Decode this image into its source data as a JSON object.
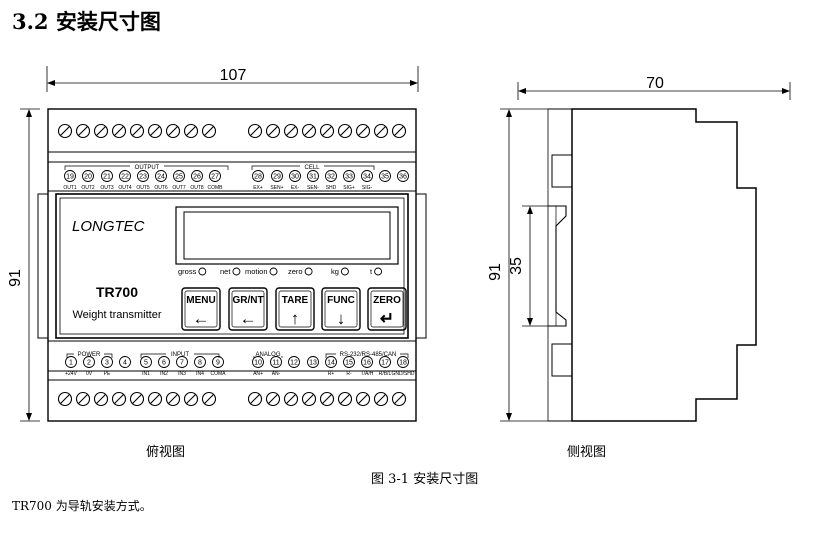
{
  "section_heading": "3.2 安装尺寸图",
  "front_view": {
    "caption": "俯视图",
    "dimension_width": "107",
    "dimension_height": "91",
    "output_group_label": "OUTPUT",
    "cell_group_label": "CELL",
    "top_terminals": [
      {
        "num": "19",
        "label": "OUT1"
      },
      {
        "num": "20",
        "label": "OUT2"
      },
      {
        "num": "21",
        "label": "OUT3"
      },
      {
        "num": "22",
        "label": "OUT4"
      },
      {
        "num": "23",
        "label": "OUT5"
      },
      {
        "num": "24",
        "label": "OUT6"
      },
      {
        "num": "25",
        "label": "OUT7"
      },
      {
        "num": "26",
        "label": "OUT8"
      },
      {
        "num": "27",
        "label": "COMB"
      },
      {
        "num": "28",
        "label": "EX+"
      },
      {
        "num": "29",
        "label": "SEN+"
      },
      {
        "num": "30",
        "label": "EX-"
      },
      {
        "num": "31",
        "label": "SEN-"
      },
      {
        "num": "32",
        "label": "SHD"
      },
      {
        "num": "33",
        "label": "SIG+"
      },
      {
        "num": "34",
        "label": "SIG-"
      },
      {
        "num": "35",
        "label": ""
      },
      {
        "num": "36",
        "label": ""
      }
    ],
    "brand": "LONGTEC",
    "model": "TR700",
    "subtitle": "Weight transmitter",
    "indicators": [
      "gross",
      "net",
      "motion",
      "zero",
      "kg",
      "t"
    ],
    "buttons": [
      {
        "label": "MENU",
        "arrow": "←"
      },
      {
        "label": "GR/NT",
        "arrow": "←"
      },
      {
        "label": "TARE",
        "arrow": "↑"
      },
      {
        "label": "FUNC",
        "arrow": "↓"
      },
      {
        "label": "ZERO",
        "arrow": "↵"
      }
    ],
    "power_group_label": "POWER",
    "input_group_label": "INPUT",
    "analog_group_label": "ANALOG",
    "rs_group_label": "RS-232/RS-485/CAN",
    "bottom_terminals": [
      {
        "num": "1",
        "label": "+24V"
      },
      {
        "num": "2",
        "label": "0V"
      },
      {
        "num": "3",
        "label": "PE"
      },
      {
        "num": "4",
        "label": ""
      },
      {
        "num": "5",
        "label": "IN1"
      },
      {
        "num": "6",
        "label": "IN2"
      },
      {
        "num": "7",
        "label": "IN3"
      },
      {
        "num": "8",
        "label": "IN4"
      },
      {
        "num": "9",
        "label": "COMA"
      },
      {
        "num": "10",
        "label": "AN+"
      },
      {
        "num": "11",
        "label": "AN-"
      },
      {
        "num": "12",
        "label": ""
      },
      {
        "num": "13",
        "label": ""
      },
      {
        "num": "14",
        "label": "R+"
      },
      {
        "num": "15",
        "label": "R-"
      },
      {
        "num": "16",
        "label": "T/A/H"
      },
      {
        "num": "17",
        "label": "R/B/L"
      },
      {
        "num": "18",
        "label": "GND/SHD"
      }
    ]
  },
  "side_view": {
    "caption": "侧视图",
    "dimension_depth": "70",
    "dimension_height": "91",
    "dimension_rail": "35"
  },
  "figure_caption": "图 3-1 安装尺寸图",
  "note": "TR700 为导轨安装方式。"
}
